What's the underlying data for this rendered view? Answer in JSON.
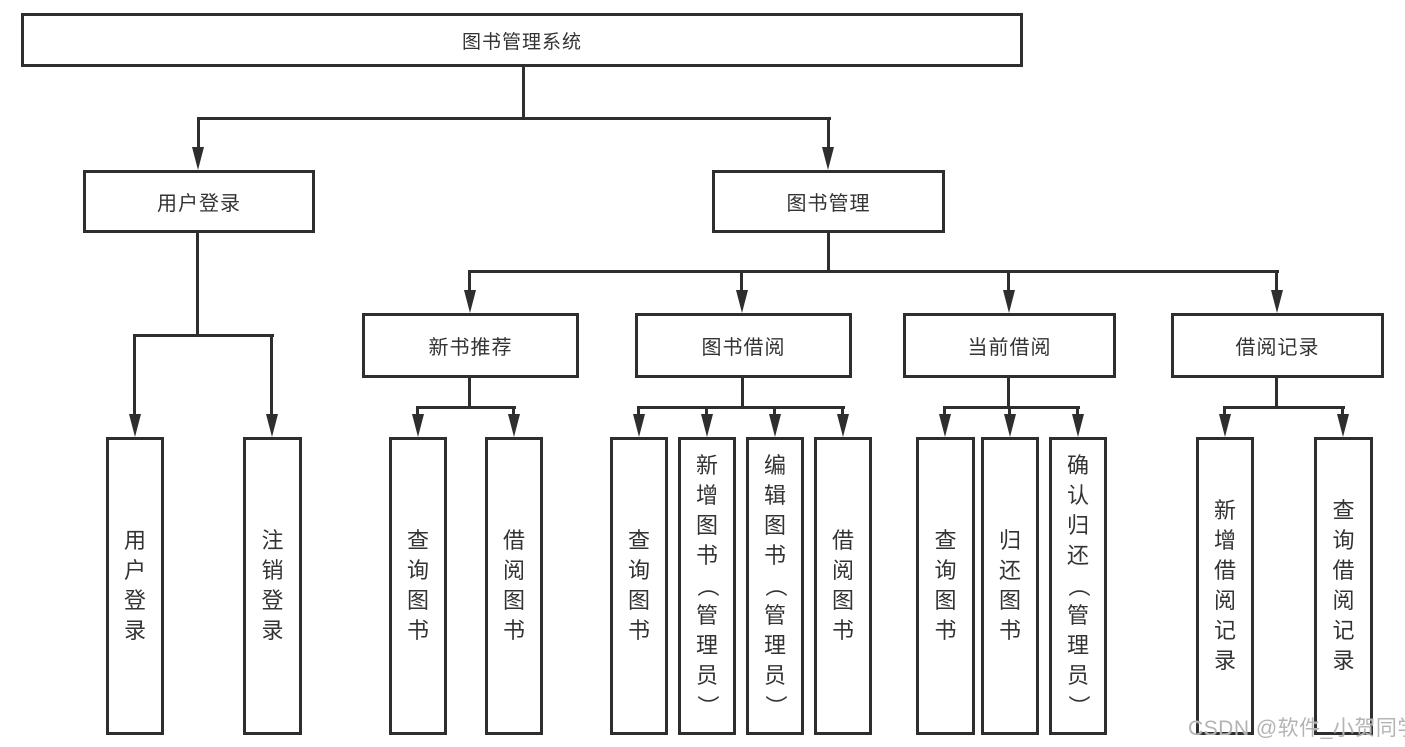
{
  "diagram": {
    "root": {
      "label": "图书管理系统"
    },
    "level2": {
      "user_login": {
        "label": "用户登录"
      },
      "book_mgmt": {
        "label": "图书管理"
      }
    },
    "level3": {
      "new_book": {
        "label": "新书推荐"
      },
      "book_borrow": {
        "label": "图书借阅"
      },
      "current_borrow": {
        "label": "当前借阅"
      },
      "borrow_record": {
        "label": "借阅记录"
      }
    },
    "leaves": {
      "login": "用户登录",
      "logout": "注销登录",
      "nb_query": "查询图书",
      "nb_borrow": "借阅图书",
      "bb_query": "查询图书",
      "bb_add": "新增图书（管理员）",
      "bb_edit": "编辑图书（管理员）",
      "bb_borrow": "借阅图书",
      "cb_query": "查询图书",
      "cb_return": "归还图书",
      "cb_confirm": "确认归还（管理员）",
      "br_add": "新增借阅记录",
      "br_query": "查询借阅记录"
    }
  },
  "watermark": {
    "text": "CSDN @软件_小贺同学",
    "color": "#b4b4b4"
  },
  "colors": {
    "line": "#2e2e2e",
    "text": "#333333",
    "background": "#ffffff"
  }
}
